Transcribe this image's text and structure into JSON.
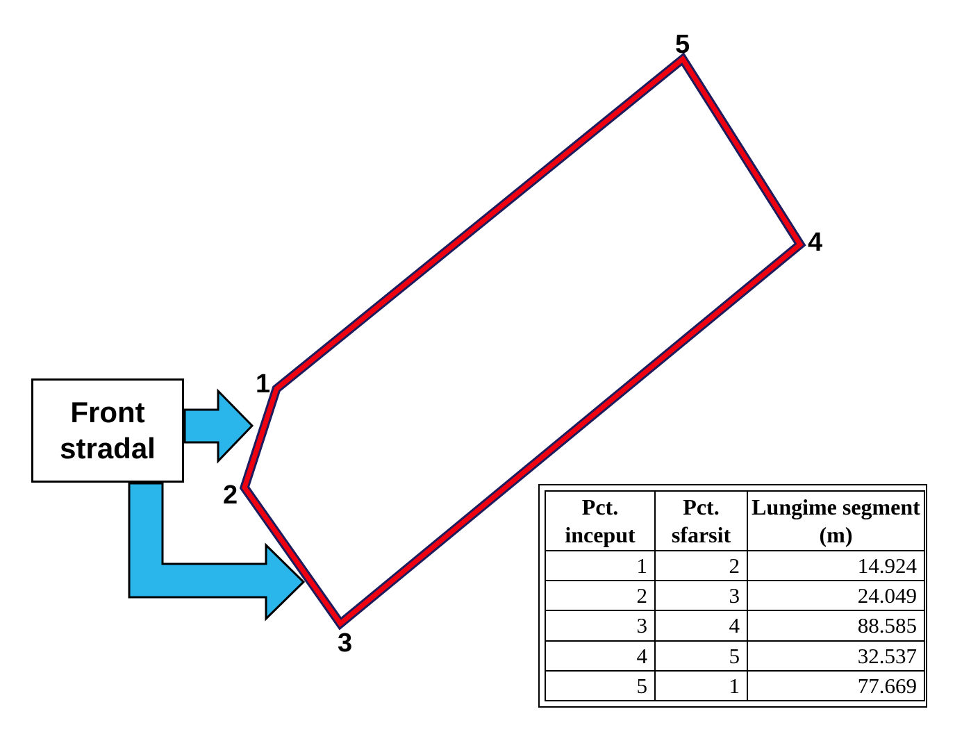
{
  "diagram": {
    "label_box": {
      "line1": "Front",
      "line2": "stradal"
    },
    "vertices": {
      "v1": "1",
      "v2": "2",
      "v3": "3",
      "v4": "4",
      "v5": "5"
    },
    "colors": {
      "parcel_outline": "#1c1c5e",
      "parcel_stroke": "#ee0011",
      "arrow_fill": "#2ab6ea",
      "arrow_outline": "#000000"
    }
  },
  "table": {
    "headers": [
      "Pct. inceput",
      "Pct. sfarsit",
      "Lungime segment (m)"
    ],
    "rows": [
      [
        "1",
        "2",
        "14.924"
      ],
      [
        "2",
        "3",
        "24.049"
      ],
      [
        "3",
        "4",
        "88.585"
      ],
      [
        "4",
        "5",
        "32.537"
      ],
      [
        "5",
        "1",
        "77.669"
      ]
    ]
  }
}
